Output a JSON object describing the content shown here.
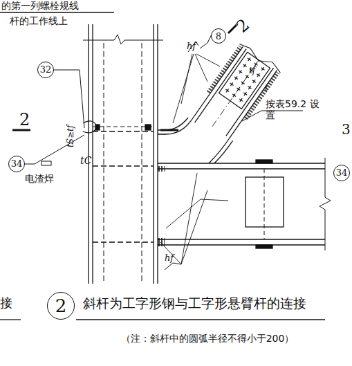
{
  "diagram": {
    "title": "斜杆为工字形钢与工字形悬臂杆的连接",
    "caption": "（注：斜杆中的圆弧半径不得小于200）",
    "nodes": [
      {
        "text": [
          "8"
        ]
      },
      {
        "text": [
          "32"
        ]
      },
      {
        "text": [
          "34"
        ]
      },
      {
        "text": [
          "34"
        ]
      },
      {
        "text": [
          "2"
        ]
      }
    ],
    "labels": [
      "的第一列螺栓规线",
      "杆的工作线上",
      "2",
      "tS≥tf",
      "tC",
      "电渣焊",
      "hf",
      "2",
      "tf",
      "t",
      "按表59.2 设置",
      "3",
      "hf",
      "接"
    ]
  }
}
